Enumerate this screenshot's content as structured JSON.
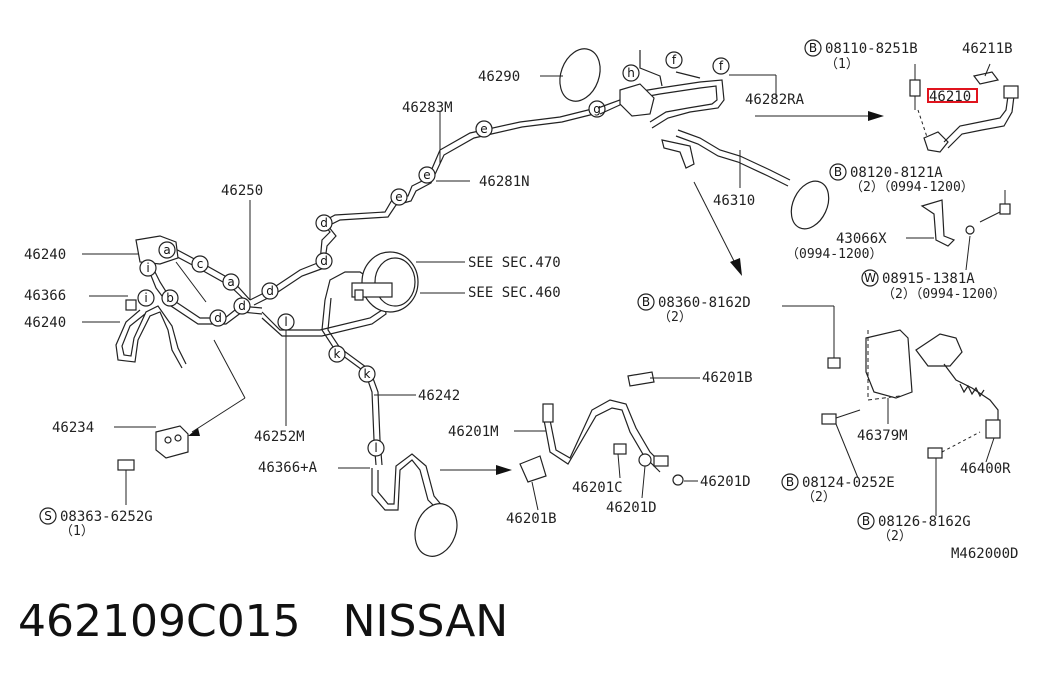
{
  "footer": {
    "part_number": "462109C015",
    "brand": "NISSAN"
  },
  "diagram_code": "M462000D",
  "highlight_color": "#e0141e",
  "labels": {
    "p46290": "46290",
    "p46283M": "46283M",
    "p46281N": "46281N",
    "p46250": "46250",
    "p46240a": "46240",
    "p46366": "46366",
    "p46240b": "46240",
    "p46234": "46234",
    "p08363": "08363-6252G",
    "p08363q": "（1）",
    "p46252M": "46252M",
    "p46242": "46242",
    "p46366A": "46366+A",
    "sec470": "SEE SEC.470",
    "sec460": "SEE SEC.460",
    "p46282RA": "46282RA",
    "p46310": "46310",
    "p08110": "08110-8251B",
    "p08110q": "（1）",
    "p46211B": "46211B",
    "p46210": "46210",
    "p08120": "08120-8121A",
    "p08120q": "（2）（0994-1200）",
    "p43066X": "43066X",
    "p43066Xd": "（0994-1200）",
    "p08915": "08915-1381A",
    "p08915q": "（2）（0994-1200）",
    "p08360": "08360-8162D",
    "p08360q": "（2）",
    "p46201B_top": "46201B",
    "p46201M": "46201M",
    "p46201C": "46201C",
    "p46201D_a": "46201D",
    "p46201D_b": "46201D",
    "p46201B_bot": "46201B",
    "p46379M": "46379M",
    "p46400R": "46400R",
    "p08124": "08124-0252E",
    "p08124q": "（2）",
    "p08126": "08126-8162G",
    "p08126q": "（2）"
  },
  "prefix_marks": {
    "B": "B",
    "S": "S",
    "W": "W"
  },
  "callouts": {
    "a": "a",
    "b": "b",
    "c": "c",
    "d": "d",
    "e": "e",
    "f": "f",
    "g": "g",
    "h": "h",
    "i": "i",
    "k": "k",
    "l": "l"
  }
}
